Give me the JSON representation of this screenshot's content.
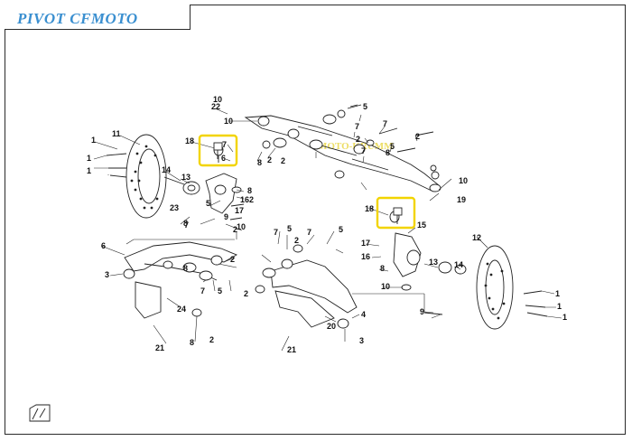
{
  "header": {
    "title": "PIVOT CFMOTO"
  },
  "watermark": {
    "text": "MOTO-KRUMM"
  },
  "colors": {
    "title": "#3a8fd0",
    "highlight": "#f2d400",
    "watermark": "#e9d84a",
    "line": "#222222"
  },
  "callouts": [
    "1",
    "1",
    "1",
    "11",
    "14",
    "13",
    "18",
    "22",
    "10",
    "8",
    "2",
    "7",
    "6",
    "5",
    "8",
    "2",
    "7",
    "2",
    "23",
    "9",
    "17",
    "16",
    "8",
    "10",
    "6",
    "3",
    "2",
    "8",
    "24",
    "21",
    "8",
    "2",
    "5",
    "7",
    "2",
    "7",
    "5",
    "2",
    "7",
    "5",
    "4",
    "20",
    "21",
    "3",
    "18",
    "19",
    "10",
    "15",
    "17",
    "16",
    "8",
    "10",
    "9",
    "12",
    "13",
    "14",
    "1",
    "1",
    "1",
    "10",
    "2",
    "2",
    "7",
    "8",
    "7",
    "5",
    "7",
    "5",
    "2"
  ]
}
